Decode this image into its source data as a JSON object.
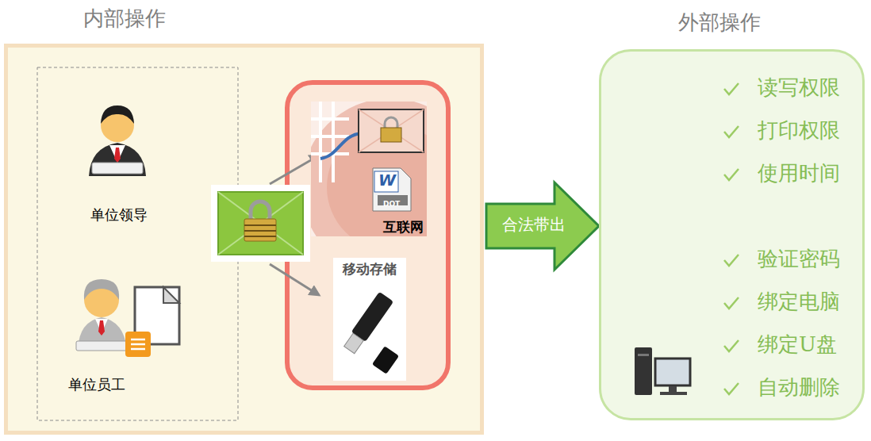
{
  "diagram": {
    "nodes": [
      {
        "text": [
          "内部操作"
        ]
      },
      {
        "text": [
          "单位领导"
        ],
        "in": 0
      },
      {
        "text": [
          "单位员工"
        ],
        "in": 0
      },
      {
        "text": [
          "互联网"
        ],
        "in": 0
      },
      {
        "text": [
          "移动存储"
        ],
        "in": 0
      },
      {
        "text": [
          "外部操作"
        ]
      }
    ],
    "edges": [
      {
        "from": 0,
        "to": 5,
        "label": "合法带出",
        "arrow": "to"
      }
    ],
    "labels": [
      "读写权限",
      "打印权限",
      "使用时间",
      "验证密码",
      "绑定电脑",
      "绑定U盘",
      "自动删除",
      "W",
      "DOT"
    ]
  }
}
